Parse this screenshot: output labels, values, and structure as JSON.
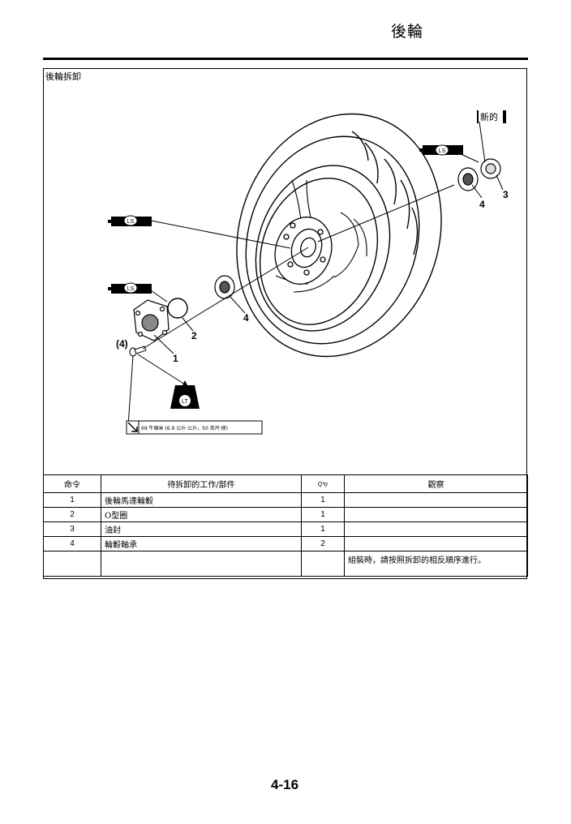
{
  "header": {
    "title": "後輪"
  },
  "section": {
    "title": "後輪拆卸"
  },
  "diagram": {
    "callouts": [
      "1",
      "2",
      "3",
      "4",
      "4",
      "(4)"
    ],
    "ls_label": "LS",
    "lt_label": "LT",
    "new_label": "新的",
    "torque_spec": "69 牛頓米 (6.9 公斤‧公斤，50 英尺‧磅)"
  },
  "table": {
    "headers": {
      "order": "命令",
      "job": "待拆卸的工作/部件",
      "qty": "Q'ty",
      "remarks": "觀察"
    },
    "rows": [
      {
        "order": "1",
        "job": "後輪馬達輪轂",
        "qty": "1",
        "remarks": ""
      },
      {
        "order": "2",
        "job": "O型圈",
        "qty": "1",
        "remarks": ""
      },
      {
        "order": "3",
        "job": "油封",
        "qty": "1",
        "remarks": ""
      },
      {
        "order": "4",
        "job": "輪轂軸承",
        "qty": "2",
        "remarks": ""
      }
    ],
    "note": "組裝時，請按照拆卸的相反順序進行。"
  },
  "footer": {
    "page_number": "4-16"
  }
}
